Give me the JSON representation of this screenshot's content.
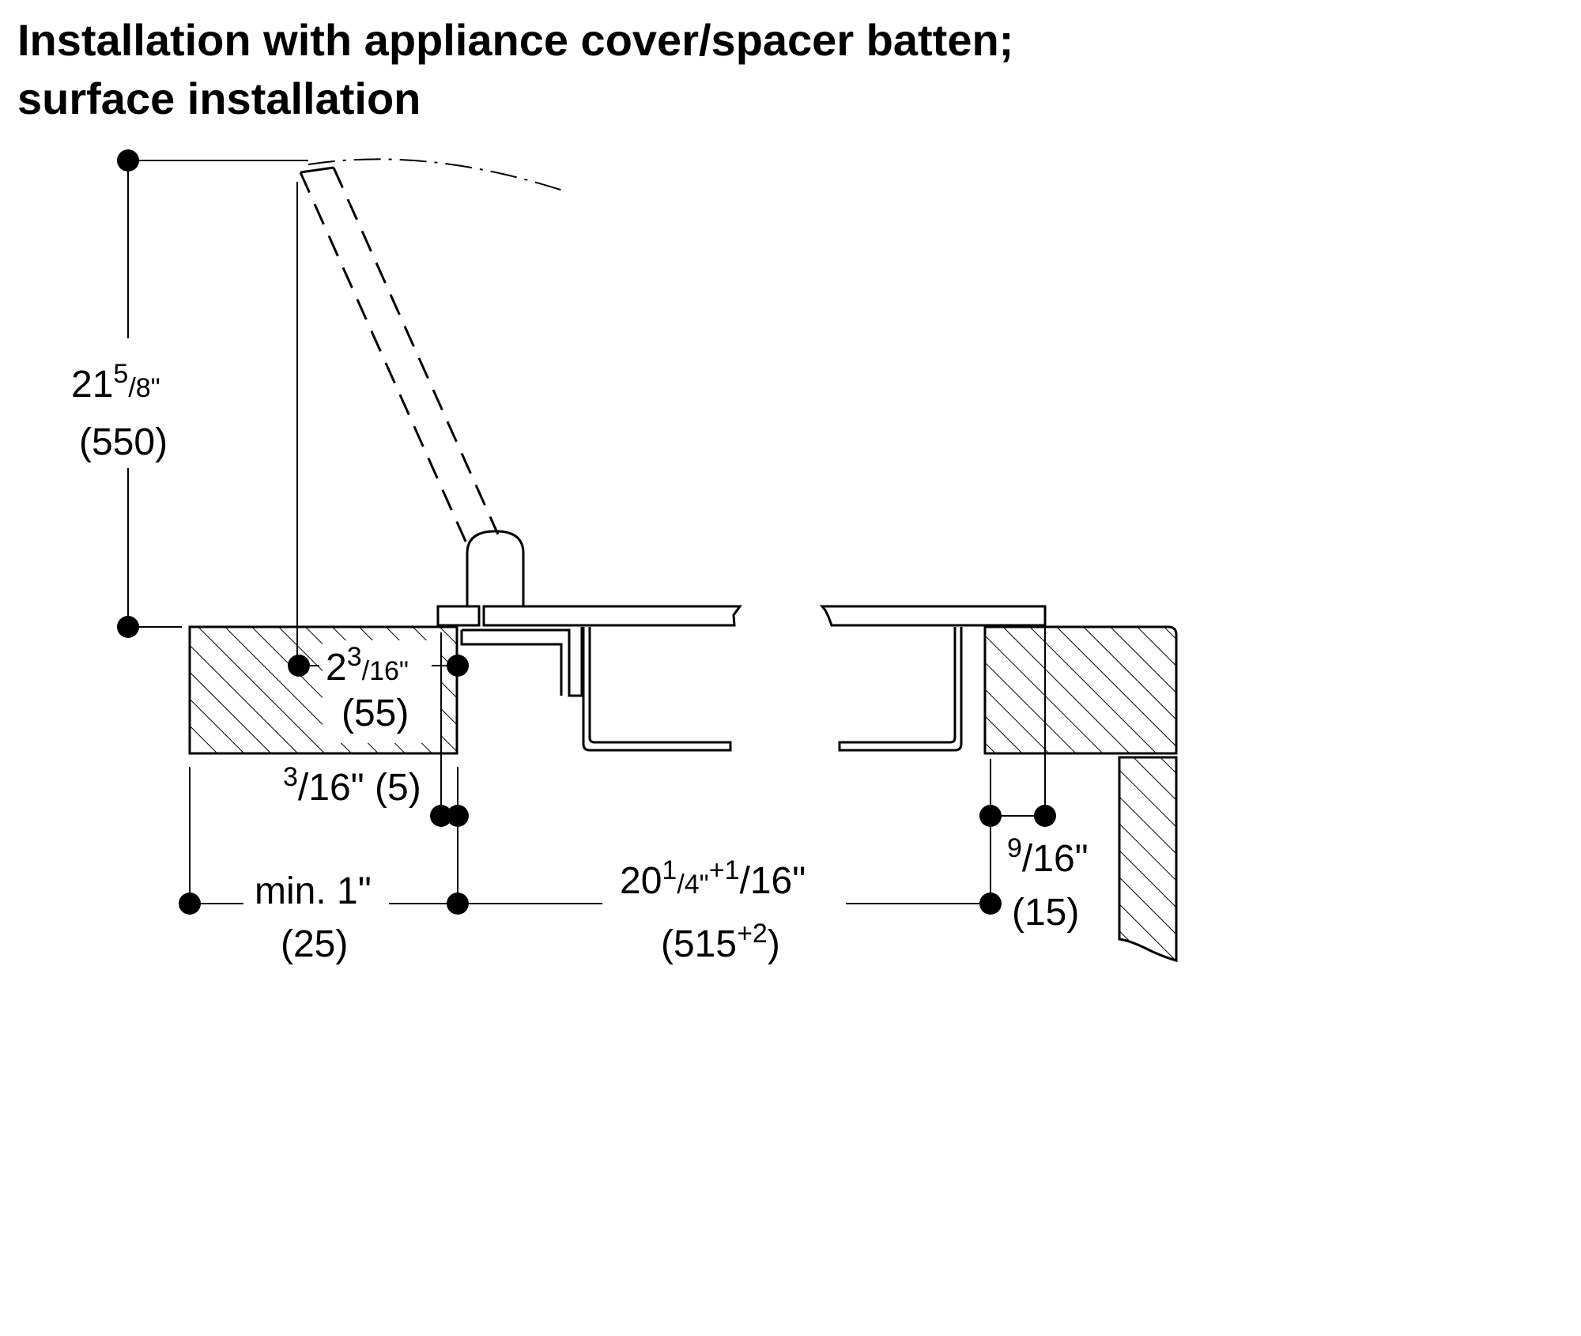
{
  "title": {
    "line1": "Installation with appliance cover/spacer batten;",
    "line2": "surface installation"
  },
  "dimensions": {
    "height_in_whole": "21",
    "height_in_num": "5",
    "height_in_den": "/8\"",
    "height_mm": "(550)",
    "pivot_in_whole": "2",
    "pivot_in_num": "3",
    "pivot_in_den": "/16\"",
    "pivot_mm": "(55)",
    "gap_in_num": "3",
    "gap_in_rest": "/16\" (5)",
    "min_in": "min. 1\"",
    "min_mm": "(25)",
    "cutout_in_whole": "20",
    "cutout_in_num": "1",
    "cutout_in_den": "/4\"",
    "cutout_in_tol_num": "+1",
    "cutout_in_tol_den": "/16\"",
    "cutout_mm_base": "(515",
    "cutout_mm_tol": "+2",
    "cutout_mm_close": ")",
    "side_in_num": "9",
    "side_in_den": "/16\"",
    "side_mm": "(15)"
  }
}
